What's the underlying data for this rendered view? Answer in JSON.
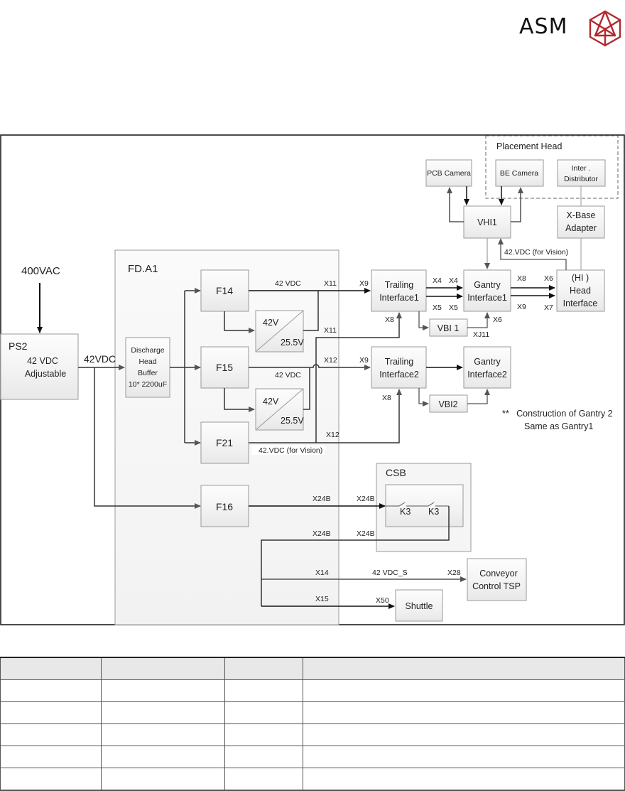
{
  "logo": {
    "text": "ASM",
    "mark": "asm-polyhedron-mark",
    "mark_color": "#b3282d"
  },
  "diagram": {
    "input": "400VAC",
    "ps2": {
      "title": "PS2",
      "line1": "42 VDC",
      "line2": "Adjustable"
    },
    "ps2_output": "42VDC",
    "fda1": {
      "title": "FD.A1"
    },
    "buffer": {
      "line1": "Discharge",
      "line2": "Head",
      "line3": "Buffer",
      "line4": "10* 2200uF"
    },
    "fuses": {
      "f14": "F14",
      "f15": "F15",
      "f21": "F21",
      "f16": "F16"
    },
    "converter": {
      "in": "42V",
      "out": "25.5V"
    },
    "labels": {
      "vdc42_a": "42 VDC",
      "vdc42_b": "42 VDC",
      "x11_a": "X11",
      "x11_b": "X11",
      "x12_a": "X12",
      "x12_b": "X12",
      "x9_a": "X9",
      "x9_b": "X9",
      "x8_a": "X8",
      "x8_b": "X8",
      "vision_a": "42.VDC (for Vision)",
      "vision_b": "42.VDC (for Vision)",
      "x4_a": "X4",
      "x4_b": "X4",
      "x5_a": "X5",
      "x5_b": "X5",
      "x8_c": "X8",
      "x6_a": "X6",
      "x9_c": "X9",
      "x7": "X7",
      "x6_b": "X6",
      "xj11": "XJ11",
      "x24b_a": "X24B",
      "x24b_b": "X24B",
      "x24b_c": "X24B",
      "x24b_d": "X24B",
      "x14": "X14",
      "x15": "X15",
      "vdc42_s": "42 VDC_S",
      "x28": "X28",
      "x50": "X50"
    },
    "trailing1": {
      "line1": "Trailing",
      "line2": "Interface1"
    },
    "trailing2": {
      "line1": "Trailing",
      "line2": "Interface2"
    },
    "gantry1": {
      "line1": "Gantry",
      "line2": "Interface1"
    },
    "gantry2": {
      "line1": "Gantry",
      "line2": "Interface2"
    },
    "head_interface": {
      "line1": "(HI )",
      "line2": "Head",
      "line3": "Interface"
    },
    "vbi1": "VBI 1",
    "vbi2": "VBI2",
    "vhi1": "VHI1",
    "pcb_camera": "PCB Camera",
    "be_camera": "BE Camera",
    "distributor": {
      "line1": "Inter .",
      "line2": "Distributor"
    },
    "xbase": {
      "line1": "X-Base",
      "line2": "Adapter"
    },
    "placement_head": "Placement Head",
    "note": {
      "line1": "**   Construction of Gantry 2",
      "line2": "Same as Gantry1"
    },
    "csb": {
      "title": "CSB",
      "k3a": "K3",
      "k3b": "K3"
    },
    "conveyor": {
      "line1": "Conveyor",
      "line2": "Control TSP"
    },
    "shuttle": "Shuttle"
  },
  "table": {
    "headers": [
      "",
      "",
      "",
      ""
    ],
    "rows": [
      [
        "",
        "",
        "",
        ""
      ],
      [
        "",
        "",
        "",
        ""
      ],
      [
        "",
        "",
        "",
        ""
      ],
      [
        "",
        "",
        "",
        ""
      ],
      [
        "",
        "",
        "",
        ""
      ]
    ]
  }
}
